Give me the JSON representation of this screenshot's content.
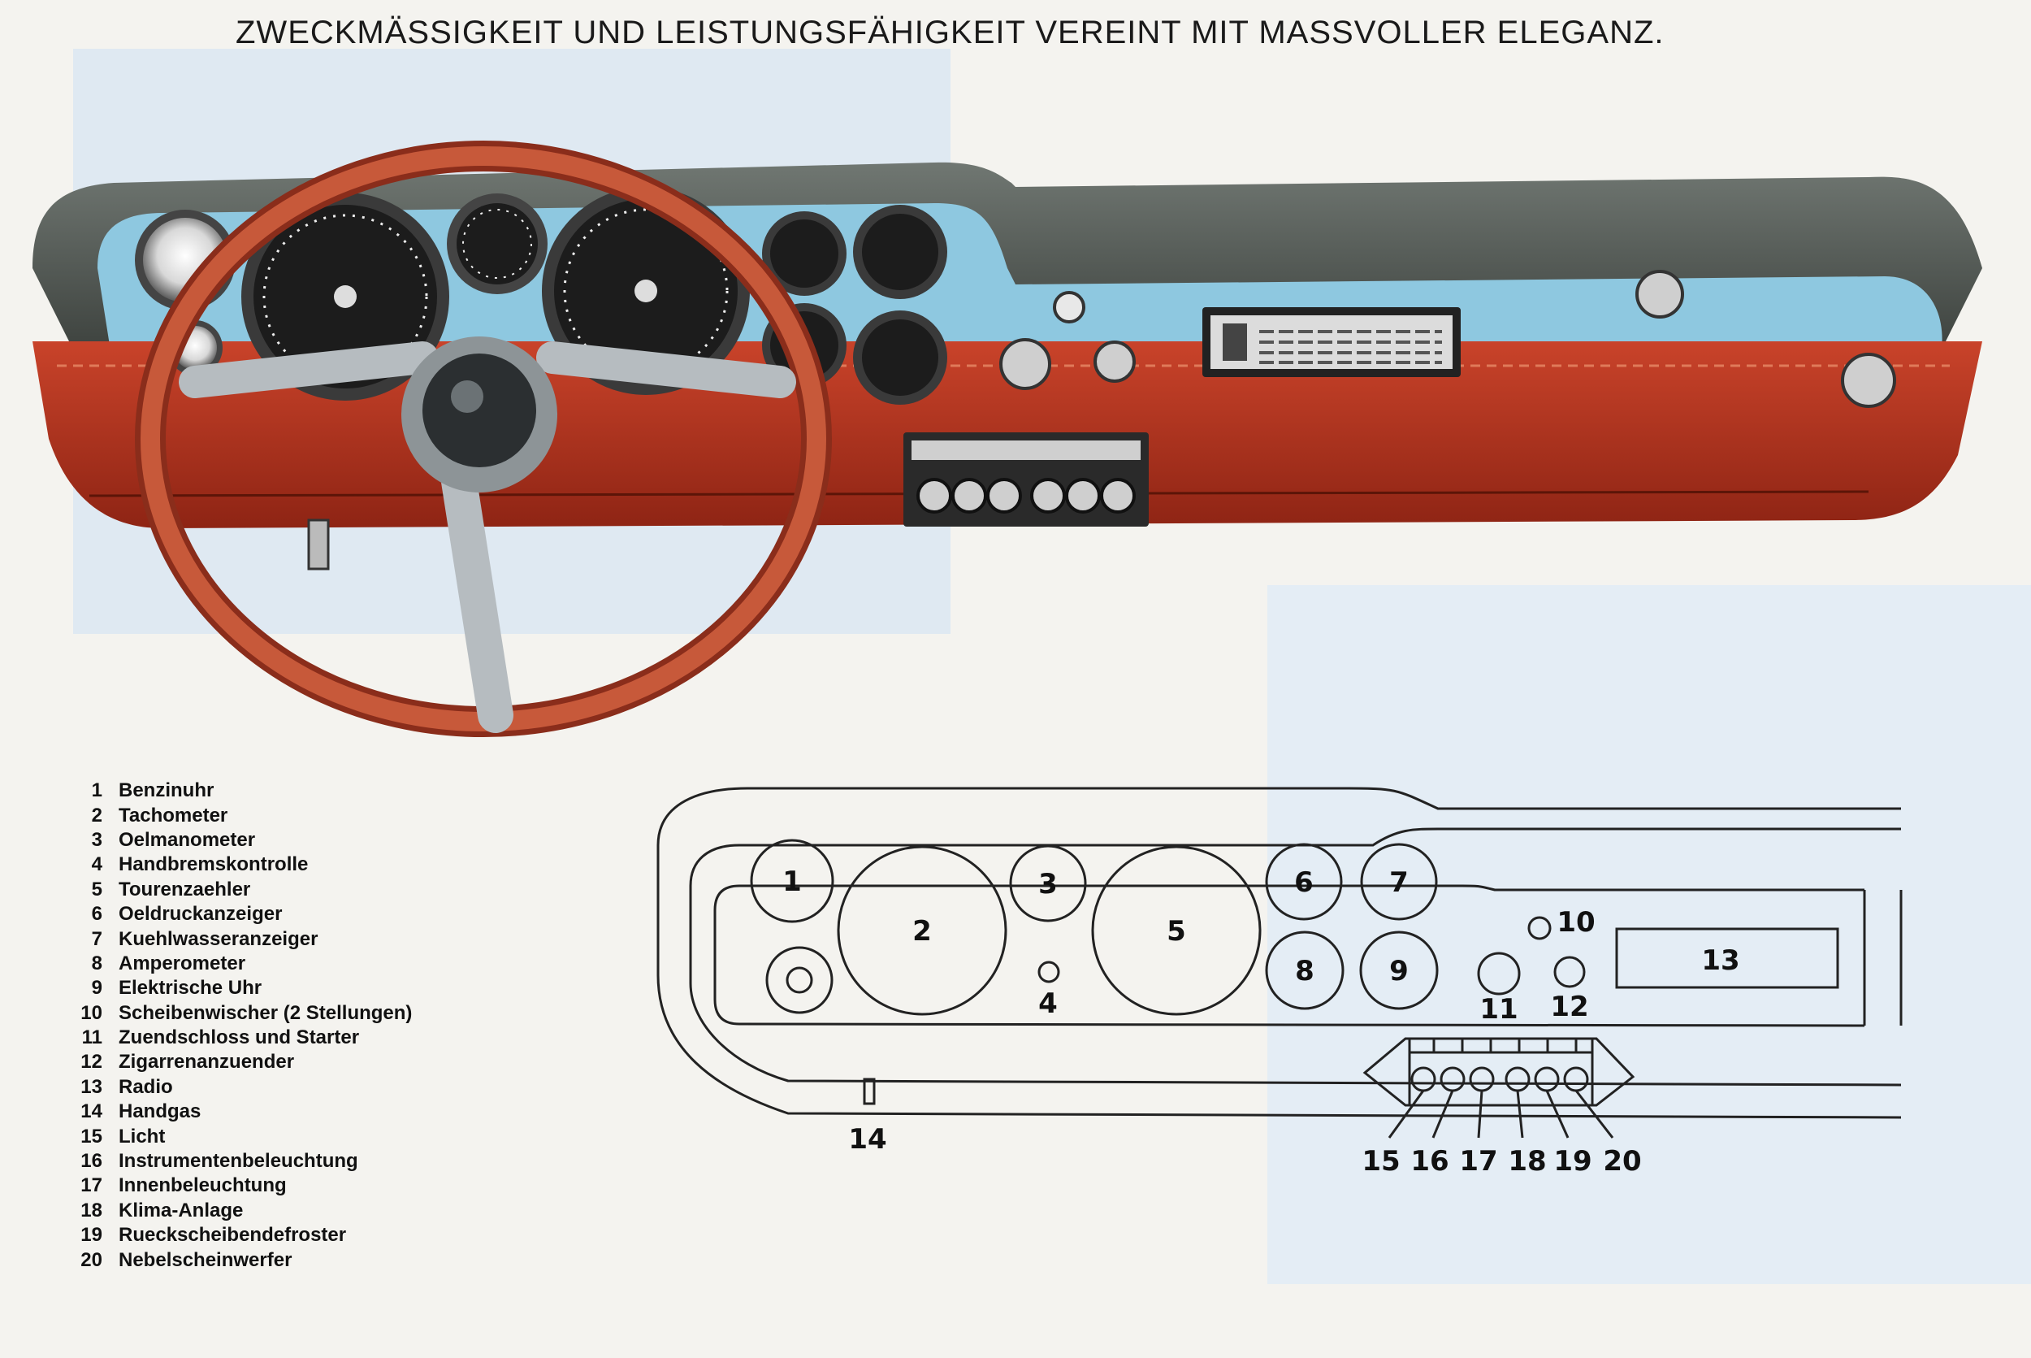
{
  "headline": "ZWECKMÄSSIGKEIT UND LEISTUNGSFÄHIGKEIT VEREINT MIT MASSVOLLER ELEGANZ.",
  "colors": {
    "dash_top": "#4f5550",
    "dash_face": "#8ec8e0",
    "dash_wood": "#b5331f",
    "wheel_rim": "#b0472c"
  },
  "legend": [
    {
      "num": "1",
      "label": "Benzinuhr"
    },
    {
      "num": "2",
      "label": "Tachometer"
    },
    {
      "num": "3",
      "label": "Oelmanometer"
    },
    {
      "num": "4",
      "label": "Handbremskontrolle"
    },
    {
      "num": "5",
      "label": "Tourenzaehler"
    },
    {
      "num": "6",
      "label": "Oeldruckanzeiger"
    },
    {
      "num": "7",
      "label": "Kuehlwasseranzeiger"
    },
    {
      "num": "8",
      "label": "Amperometer"
    },
    {
      "num": "9",
      "label": "Elektrische Uhr"
    },
    {
      "num": "10",
      "label": "Scheibenwischer (2 Stellungen)"
    },
    {
      "num": "11",
      "label": "Zuendschloss und Starter"
    },
    {
      "num": "12",
      "label": "Zigarrenanzuender"
    },
    {
      "num": "13",
      "label": "Radio"
    },
    {
      "num": "14",
      "label": "Handgas"
    },
    {
      "num": "15",
      "label": "Licht"
    },
    {
      "num": "16",
      "label": "Instrumentenbeleuchtung"
    },
    {
      "num": "17",
      "label": "Innenbeleuchtung"
    },
    {
      "num": "18",
      "label": "Klima-Anlage"
    },
    {
      "num": "19",
      "label": "Rueckscheibendefroster"
    },
    {
      "num": "20",
      "label": "Nebelscheinwerfer"
    }
  ],
  "diagram_labels": {
    "n1": "1",
    "n2": "2",
    "n3": "3",
    "n4": "4",
    "n5": "5",
    "n6": "6",
    "n7": "7",
    "n8": "8",
    "n9": "9",
    "n10": "10",
    "n11": "11",
    "n12": "12",
    "n13": "13",
    "n14": "14",
    "n15": "15",
    "n16": "16",
    "n17": "17",
    "n18": "18",
    "n19": "19",
    "n20": "20"
  }
}
